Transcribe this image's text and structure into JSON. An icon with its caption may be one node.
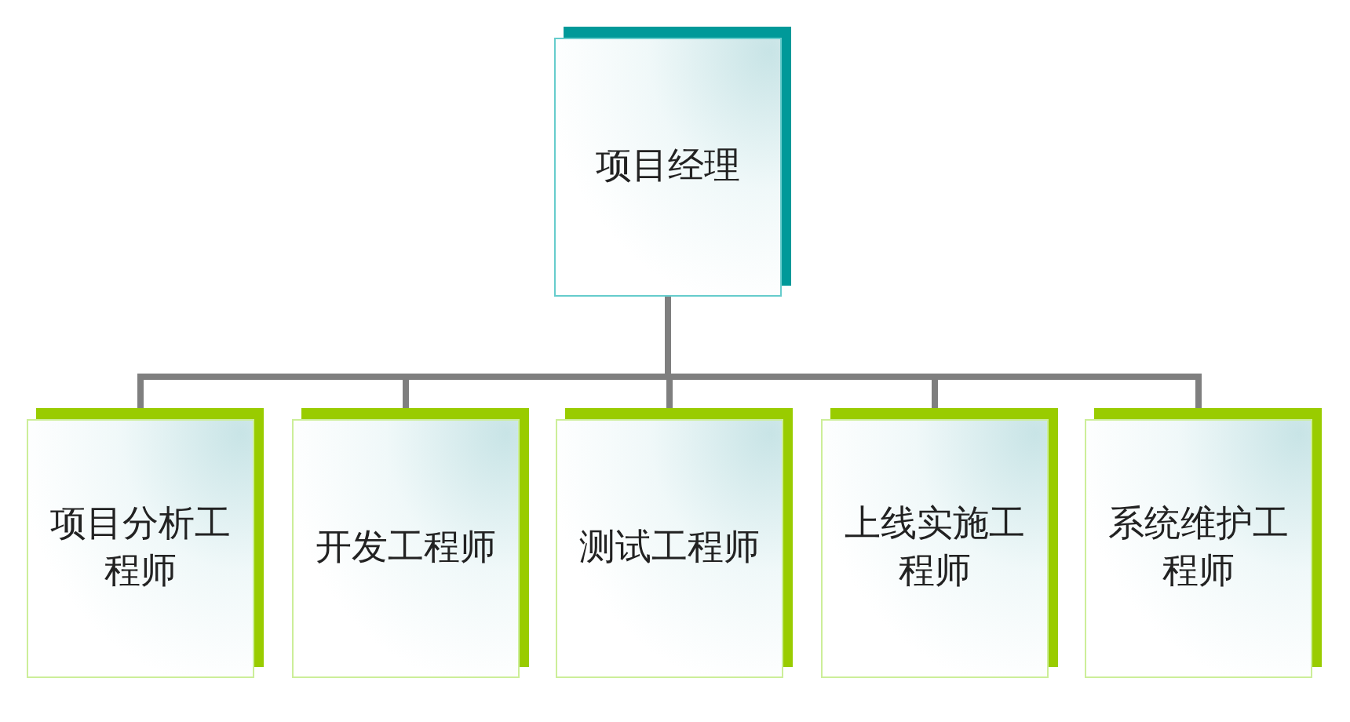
{
  "diagram": {
    "nodes": [
      {
        "text": [
          "项目经理"
        ]
      },
      {
        "text": [
          "项目分析工程师"
        ]
      },
      {
        "text": [
          "开发工程师"
        ]
      },
      {
        "text": [
          "测试工程师"
        ]
      },
      {
        "text": [
          "上线实施工程师"
        ]
      },
      {
        "text": [
          "系统维护工程师"
        ]
      }
    ],
    "edges": [
      {
        "from": 0,
        "to": 1,
        "arrow": "none"
      },
      {
        "from": 0,
        "to": 2,
        "arrow": "none"
      },
      {
        "from": 0,
        "to": 3,
        "arrow": "none"
      },
      {
        "from": 0,
        "to": 4,
        "arrow": "none"
      },
      {
        "from": 0,
        "to": 5,
        "arrow": "none"
      }
    ]
  }
}
